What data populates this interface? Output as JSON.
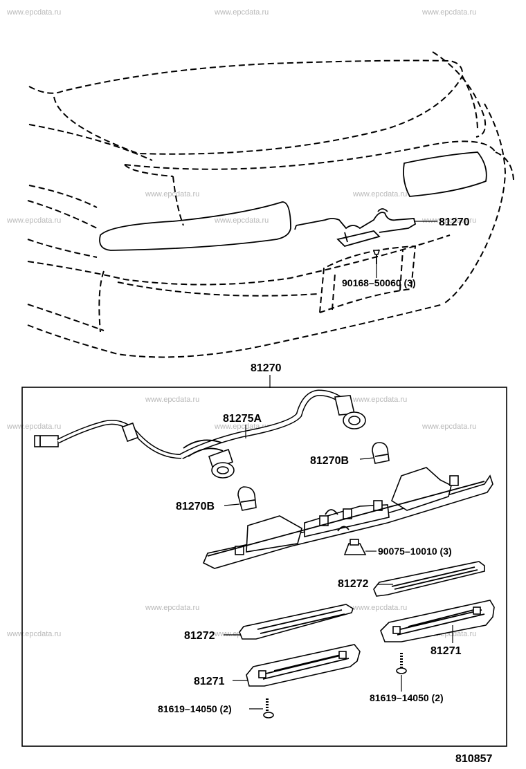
{
  "watermark": "www.epcdata.ru",
  "diagram_id": "810857",
  "assembly_label": "81270",
  "labels": {
    "car_lamp": "81270",
    "car_screw": "90168–50060 (3)",
    "wire_harness": "81275A",
    "bulb_right": "81270B",
    "bulb_left": "81270B",
    "nut": "90075–10010 (3)",
    "lens_right": "81272",
    "lens_left": "81272",
    "housing_right": "81271",
    "housing_left": "81271",
    "screw_right": "81619–14050 (2)",
    "screw_left": "81619–14050 (2)"
  }
}
